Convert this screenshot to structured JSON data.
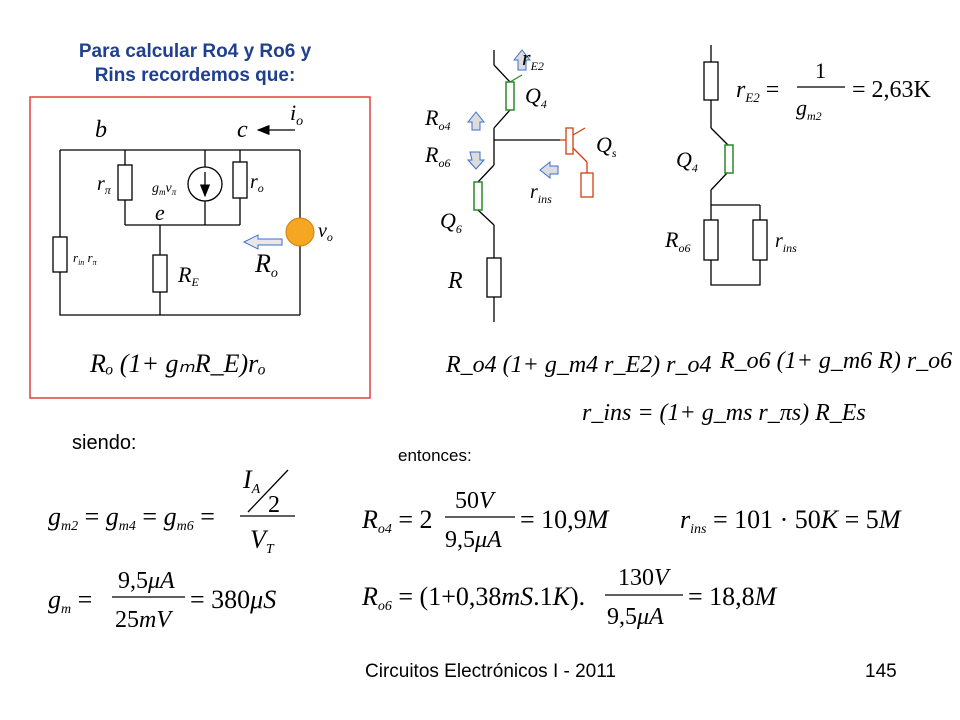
{
  "title_line1": "Para calcular Ro4 y Ro6 y",
  "title_line2": "Rins recordemos que:",
  "siendo_label": "siendo:",
  "entonces_label": "entonces:",
  "footer_course": "Circuitos Electrónicos I - 2011",
  "footer_page": "145",
  "circuit1": {
    "b": "b",
    "c": "c",
    "e": "e",
    "io": "i",
    "io_sub": "o",
    "rpi": "r",
    "rpi_sub": "π",
    "gm": "g",
    "gm_sub": "m",
    "v": "v",
    "v_sub": "π",
    "ro": "r",
    "ro_sub": "o",
    "rin": "r",
    "rin_sub": "in",
    "par": "",
    "rpi2": "r",
    "rpi2_sub": "π",
    "re": "R",
    "re_sub": "E",
    "vo": "v",
    "vo_sub": "o",
    "Ro": "R",
    "Ro_sub": "o",
    "formula": "Rₒ  (1+ gₘR_E)rₒ"
  },
  "circuit2": {
    "re2": "r",
    "re2_sub": "E2",
    "q4": "Q",
    "q4_sub": "4",
    "ro4": "R",
    "ro4_sub": "o4",
    "ro6": "R",
    "ro6_sub": "o6",
    "qs": "Q",
    "qs_sub": "s",
    "rins": "r",
    "rins_sub": "ins",
    "q6": "Q",
    "q6_sub": "6",
    "r": "R"
  },
  "circuit3": {
    "q4": "Q",
    "q4_sub": "4",
    "ro6": "R",
    "ro6_sub": "o6",
    "rins": "r",
    "rins_sub": "ins"
  },
  "eq": {
    "re2_def": "r_E2 = 1 / g_m2 = 2,63K",
    "re2_val": "= 2,63K",
    "ro4_def": "R_o4  (1+ g_m4 r_E2) r_o4",
    "ro6_def": "R_o6  (1+ g_m6 R) r_o6",
    "rins_def": "r_ins = (1+ g_ms r_πs) R_Es",
    "gm_def": "g_m2 = g_m4 = g_m6 = (I_A/2)/V_T",
    "gm_val": "g_m = 9,5μA / 25mV = 380μS",
    "ro4_val": "R_o4 = 2 · 50V / 9,5μA = 10,9M",
    "rins_val": "r_ins = 101 · 50K = 5M",
    "ro6_val": "R_o6 = (1+0,38mS.1K) · 130V / 9,5μA = 18,8M"
  }
}
